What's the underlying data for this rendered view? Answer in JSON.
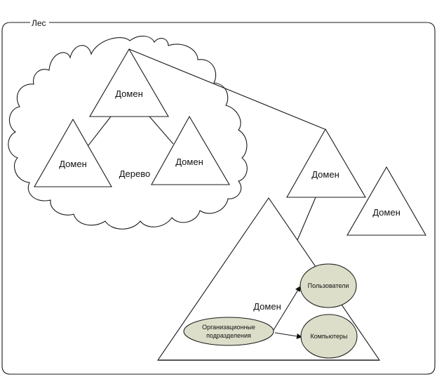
{
  "forest": {
    "label": "Лес"
  },
  "tree": {
    "label": "Дерево",
    "domains": [
      {
        "label": "Домен"
      },
      {
        "label": "Домен"
      },
      {
        "label": "Домен"
      }
    ]
  },
  "domains": [
    {
      "label": "Домен"
    },
    {
      "label": "Домен"
    }
  ],
  "main_domain": {
    "label": "Домен",
    "ou": {
      "label_line1": "Организационные",
      "label_line2": "подразделения"
    },
    "users": {
      "label": "Пользователи"
    },
    "computers": {
      "label": "Компьютеры"
    }
  },
  "colors": {
    "ellipse_fill": "#dcdec9",
    "stroke": "#1a1a1a"
  }
}
